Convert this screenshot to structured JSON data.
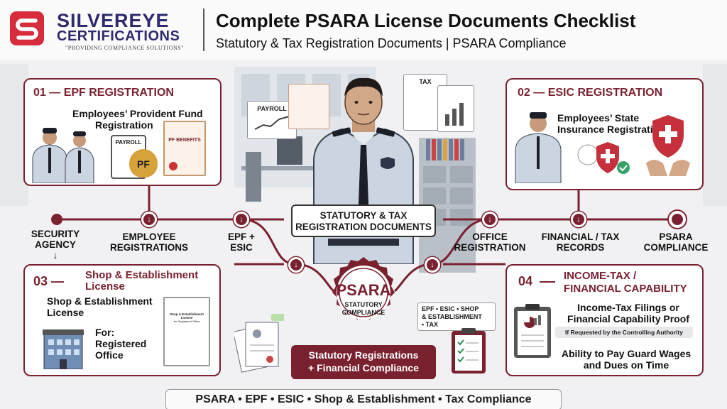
{
  "header": {
    "brand_name": "SILVEREYE",
    "brand_sub": "CERTIFICATIONS",
    "tagline": "\"PROVIDING COMPLIANCE SOLUTIONS\"",
    "title": "Complete PSARA License Documents Checklist",
    "subtitle": "Statutory & Tax Registration Documents | PSARA Compliance"
  },
  "cards": {
    "c1": {
      "title": "01 — EPF REGISTRATION",
      "line1": "Employees’ Provident Fund",
      "line2": "Registration",
      "doc1": "PAYROLL",
      "pf_bag": "PF",
      "doc2": "PF BENEFITS"
    },
    "c2": {
      "title": "02 — ESIC REGISTRATION",
      "line1": "Employees’ State",
      "line2": "Insurance Registration"
    },
    "c3": {
      "title_num": "03 —",
      "title_l1": "Shop & Establishment",
      "title_l2": "License",
      "line1": "Shop & Establishment",
      "line2": "License",
      "for1": "For:",
      "for2": "Registered",
      "for3": "Office",
      "doc_title": "Shop & Establishment License",
      "doc_sub": "for Registered Office"
    },
    "c4": {
      "title_num": "04",
      "title_l1": "INCOME-TAX /",
      "title_l2": "FINANCIAL CAPABILITY",
      "line1": "Income-Tax Filings or",
      "line2": "Financial Capability Proof",
      "note": "If Requested by the Controlling Authority",
      "line3": "Ability to Pay Guard Wages",
      "line4": "and Dues on Time"
    }
  },
  "flow": {
    "n1a": "SECURITY",
    "n1b": "AGENCY",
    "n1_arrow": "↓",
    "n2a": "EMPLOYEE",
    "n2b": "REGISTRATIONS",
    "n3a": "EPF +",
    "n3b": "ESIC",
    "n4a": "OFFICE",
    "n4b": "REGISTRATION",
    "n5a": "FINANCIAL / TAX",
    "n5b": "RECORDS",
    "n6a": "PSARA",
    "n6b": "COMPLIANCE"
  },
  "center": {
    "banner1": "STATUTORY & TAX",
    "banner2": "REGISTRATION DOCUMENTS",
    "seal_big": "PSARA",
    "seal_small1": "STATUTORY",
    "seal_small2": "COMPLIANCE",
    "bottom_label1": "Statutory Registrations",
    "bottom_label2": "+ Financial Compliance",
    "payroll_doc": "PAYROLL",
    "tax_doc": "TAX"
  },
  "tags": {
    "t1": "EPF • ESIC • SHOP",
    "t2": "& ESTABLISHMENT",
    "t3": "• TAX"
  },
  "footer": "PSARA • EPF • ESIC • Shop & Establishment • Tax Compliance",
  "colors": {
    "maroon": "#7a2130",
    "navy": "#2e2a6e",
    "logo_red": "#d62c3c",
    "guard_shirt": "#cbd5e2"
  }
}
